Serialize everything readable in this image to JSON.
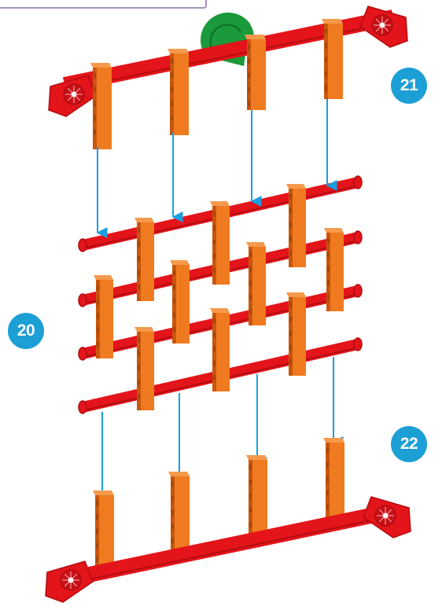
{
  "step_badges": {
    "top_step": "21",
    "middle_step": "20",
    "bottom_step": "22"
  },
  "colors": {
    "rod": "#e4141b",
    "rod_shadow": "#b20d12",
    "connector": "#f07a1f",
    "connector_dark": "#c8560c",
    "gear": "#1a9a3a",
    "arrow": "#1a9fe0",
    "badge": "#1b9fd5",
    "frame": "#a88fc0"
  },
  "icons": {
    "top_gear": "green-gear-icon"
  }
}
